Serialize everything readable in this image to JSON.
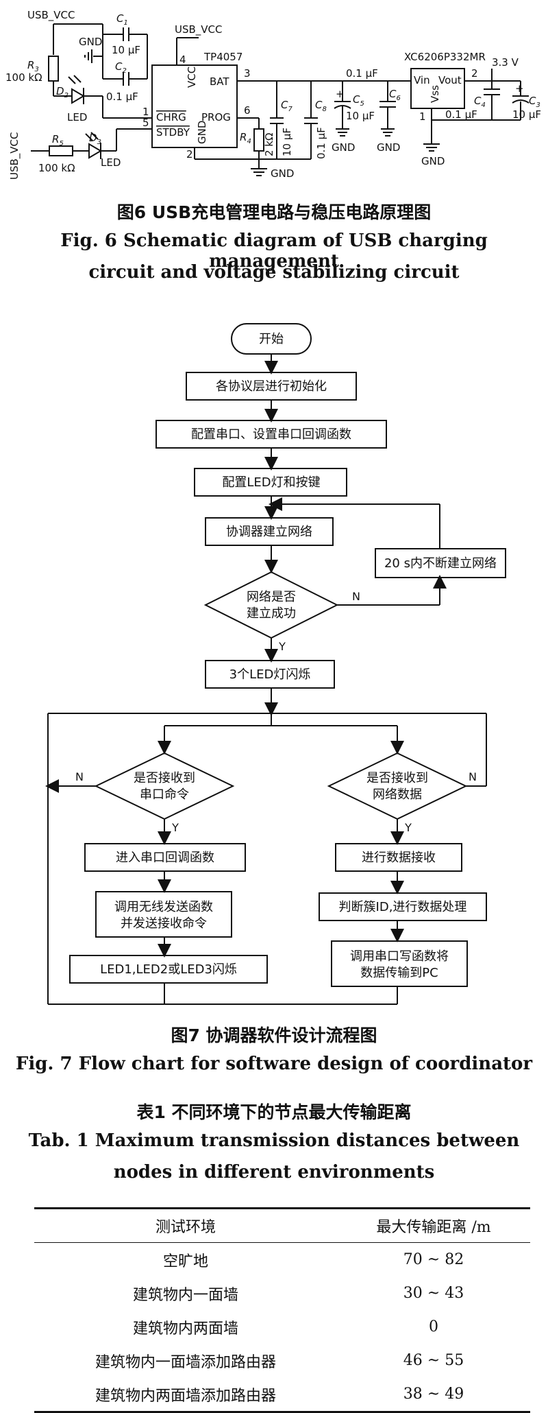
{
  "figure6": {
    "labels": {
      "usb_vcc": "USB_VCC",
      "usb_vcc2": "USB_VCC",
      "usb_vcc3": "USB_VCC",
      "gnd": "GND",
      "c1": "C",
      "c1_sub": "1",
      "c1_val": "10 μF",
      "c2": "C",
      "c2_sub": "2",
      "c2_val": "0.1 μF",
      "r3": "R",
      "r3_sub": "3",
      "r3_val": "100 kΩ",
      "d2": "D",
      "d2_sub": "2",
      "led": "LED",
      "d3": "D",
      "d3_sub": "3",
      "led2": "LED",
      "r5": "R",
      "r5_sub": "5",
      "r5_val": "100 kΩ",
      "tp4057": "TP4057",
      "vcc": "VCC",
      "pin4": "4",
      "bat": "BAT",
      "pin3": "3",
      "prog": "PROG",
      "pin6": "6",
      "chrg": "CHRG",
      "stdby": "STDBY",
      "pin1": "1",
      "pin5": "5",
      "ic_gnd": "GND",
      "pin2": "2",
      "r4": "R",
      "r4_sub": "4",
      "r4_val": "2 kΩ",
      "c7": "C",
      "c7_sub": "7",
      "c7_val": "10 μF",
      "c8": "C",
      "c8_sub": "8",
      "c8_val": "0.1 μF",
      "gnd_bottom": "GND",
      "c5_top": "0.1 μF",
      "c5": "C",
      "c5_sub": "5",
      "c5_val": "10 μF",
      "c6": "C",
      "c6_sub": "6",
      "gnd5": "GND",
      "gnd6": "GND",
      "xc": "XC6206P332MR",
      "vin": "Vin",
      "vout": "Vout",
      "vss": "Vss",
      "xc_pin1": "1",
      "xc_pin2": "2",
      "v33": "3.3 V",
      "c4": "C",
      "c4_sub": "4",
      "c4_val": "0.1 μF",
      "c3": "C",
      "c3_sub": "3",
      "c3_val": "10 μF",
      "gnd_xc": "GND",
      "plus": "+"
    },
    "caption_cn": "图6  USB充电管理电路与稳压电路原理图",
    "caption_en_1": "Fig. 6  Schematic diagram of USB charging management",
    "caption_en_2": "circuit and voltage stabilizing circuit"
  },
  "figure7": {
    "nodes": {
      "start": "开始",
      "init": "各协议层进行初始化",
      "serial": "配置串口、设置串口回调函数",
      "led": "配置LED灯和按键",
      "network": "协调器建立网络",
      "retry": "20 s内不断建立网络",
      "check1": "网络是否",
      "check2": "建立成功",
      "blink": "3个LED灯闪烁",
      "recv_cmd1": "是否接收到",
      "recv_cmd2": "串口命令",
      "recv_net1": "是否接收到",
      "recv_net2": "网络数据",
      "enter_cb": "进入串口回调函数",
      "call_tx1": "调用无线发送函数",
      "call_tx2": "并发送接收命令",
      "led_flash": "LED1,LED2或LED3闪烁",
      "data_recv": "进行数据接收",
      "judge": "判断簇ID,进行数据处理",
      "write1": "调用串口写函数将",
      "write2": "数据传输到PC"
    },
    "edge_labels": {
      "n": "N",
      "y": "Y"
    },
    "caption_cn": "图7  协调器软件设计流程图",
    "caption_en": "Fig. 7  Flow chart for software design of coordinator"
  },
  "table1": {
    "caption_cn": "表1  不同环境下的节点最大传输距离",
    "caption_en_1": "Tab. 1  Maximum transmission distances between",
    "caption_en_2": "nodes in different environments",
    "header": {
      "env": "测试环境",
      "dist": "最大传输距离 /m"
    },
    "rows": [
      {
        "env": "空旷地",
        "dist": "70 ~ 82"
      },
      {
        "env": "建筑物内一面墙",
        "dist": "30 ~ 43"
      },
      {
        "env": "建筑物内两面墙",
        "dist": "0"
      },
      {
        "env": "建筑物内一面墙添加路由器",
        "dist": "46 ~ 55"
      },
      {
        "env": "建筑物内两面墙添加路由器",
        "dist": "38 ~ 49"
      }
    ]
  }
}
